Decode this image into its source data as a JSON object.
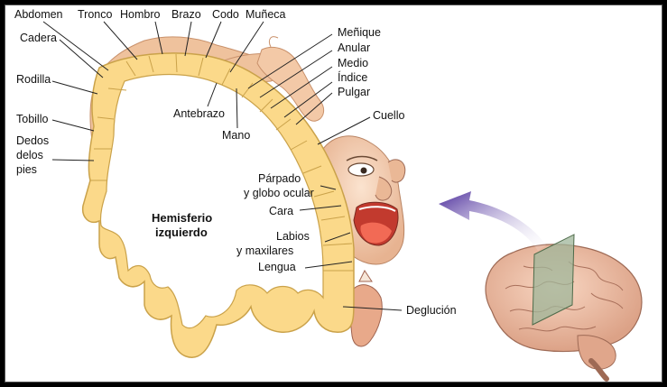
{
  "diagram": {
    "hemisphere_label": {
      "line1": "Hemisferio",
      "line2": "izquierdo"
    },
    "labels": {
      "abdomen": "Abdomen",
      "tronco": "Tronco",
      "hombro": "Hombro",
      "brazo": "Brazo",
      "codo": "Codo",
      "muneca": "Muñeca",
      "cadera": "Cadera",
      "rodilla": "Rodilla",
      "tobillo": "Tobillo",
      "dedos_pies_1": "Dedos",
      "dedos_pies_2": "delos",
      "dedos_pies_3": "pies",
      "menique": "Meñique",
      "anular": "Anular",
      "medio": "Medio",
      "indice": "Índice",
      "pulgar": "Pulgar",
      "cuello": "Cuello",
      "antebrazo": "Antebrazo",
      "mano": "Mano",
      "parpado_1": "Párpado",
      "parpado_2": "y globo ocular",
      "cara": "Cara",
      "labios_1": "Labios",
      "labios_2": "y maxilares",
      "lengua": "Lengua",
      "deglucion": "Deglución"
    },
    "colors": {
      "cortex_fill": "#fbd98a",
      "cortex_stroke": "#caa24a",
      "body_fill": "#f0c3a0",
      "arrow": "#5a3aa6",
      "brain": "#f1c2a8",
      "brain_stroke": "#9e6a55"
    }
  }
}
